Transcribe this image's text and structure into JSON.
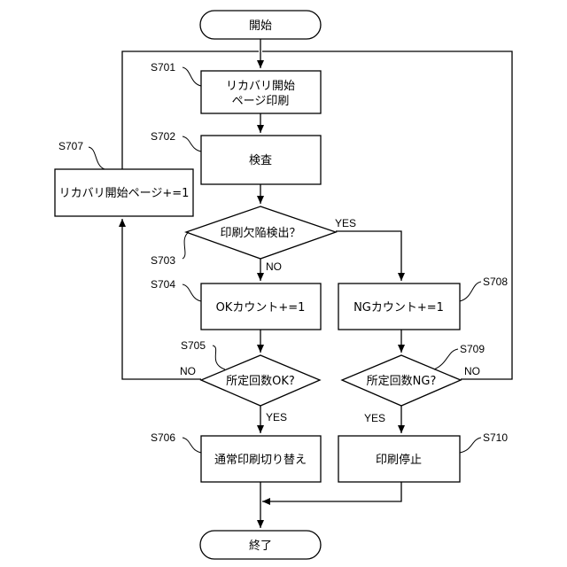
{
  "nodes": {
    "start": "開始",
    "s701": "リカバリ開始",
    "s701b": "ページ印刷",
    "s702": "検査",
    "s703": "印刷欠陥検出？",
    "s704": "OKカウント+=1",
    "s705": "所定回数OK?",
    "s706": "通常印刷切り替え",
    "s707": "リカバリ開始ページ+=1",
    "s708": "NGカウント+=1",
    "s709": "所定回数NG?",
    "s710": "印刷停止",
    "end": "終了"
  },
  "steps": {
    "s701": "S701",
    "s702": "S702",
    "s703": "S703",
    "s704": "S704",
    "s705": "S705",
    "s706": "S706",
    "s707": "S707",
    "s708": "S708",
    "s709": "S709",
    "s710": "S710"
  },
  "branches": {
    "s703_yes": "YES",
    "s703_no": "NO",
    "s705_yes": "YES",
    "s705_no": "NO",
    "s709_yes": "YES",
    "s709_no": "NO"
  }
}
